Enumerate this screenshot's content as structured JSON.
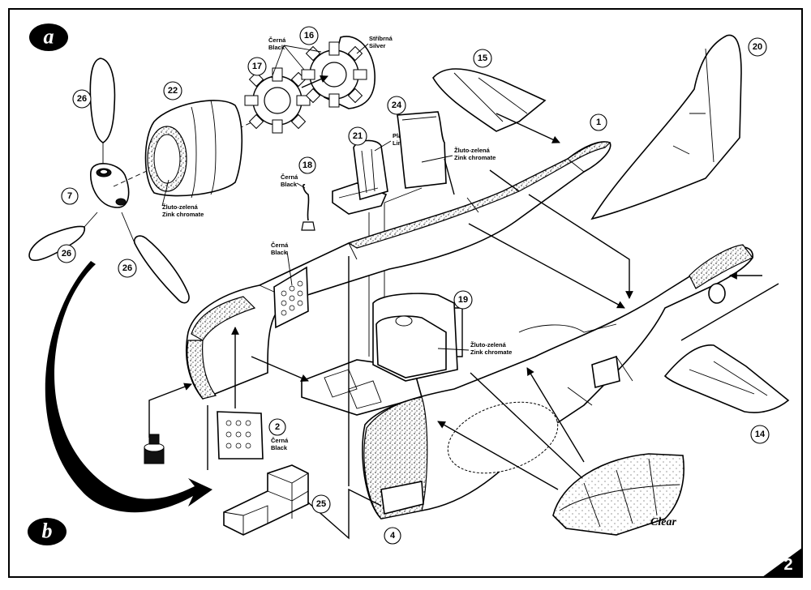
{
  "steps": {
    "a": "a",
    "b": "b"
  },
  "page_number": "2",
  "parts": [
    {
      "id": "p1",
      "number": "1"
    },
    {
      "id": "p2",
      "number": "2"
    },
    {
      "id": "p4",
      "number": "4"
    },
    {
      "id": "p7",
      "number": "7"
    },
    {
      "id": "p14",
      "number": "14"
    },
    {
      "id": "p15",
      "number": "15"
    },
    {
      "id": "p16",
      "number": "16"
    },
    {
      "id": "p17",
      "number": "17"
    },
    {
      "id": "p18",
      "number": "18"
    },
    {
      "id": "p19",
      "number": "19"
    },
    {
      "id": "p20",
      "number": "20"
    },
    {
      "id": "p21",
      "number": "21"
    },
    {
      "id": "p22",
      "number": "22"
    },
    {
      "id": "p24",
      "number": "24"
    },
    {
      "id": "p25",
      "number": "25"
    },
    {
      "id": "p26a",
      "number": "26"
    },
    {
      "id": "p26b",
      "number": "26"
    },
    {
      "id": "p26c",
      "number": "26"
    }
  ],
  "labels": {
    "engine_black": {
      "cz": "Černá",
      "en": "Black"
    },
    "engine_silver": {
      "cz": "Stříbrná",
      "en": "Silver"
    },
    "seat_linen": {
      "cz": "Plátno",
      "en": "Linen"
    },
    "headrest_zinc": {
      "cz": "Žluto-zelená",
      "en": "Zink chromate"
    },
    "stick_black": {
      "cz": "Černá",
      "en": "Black"
    },
    "cowl_zinc": {
      "cz": "Žluto-zelená",
      "en": "Zink chromate"
    },
    "panel_black": {
      "cz": "Černá",
      "en": "Black"
    },
    "tank_zinc": {
      "cz": "Žluto-zelená",
      "en": "Zink chromate"
    },
    "part2_black": {
      "cz": "Černá",
      "en": "Black"
    },
    "canopy_clear": "Clear"
  }
}
